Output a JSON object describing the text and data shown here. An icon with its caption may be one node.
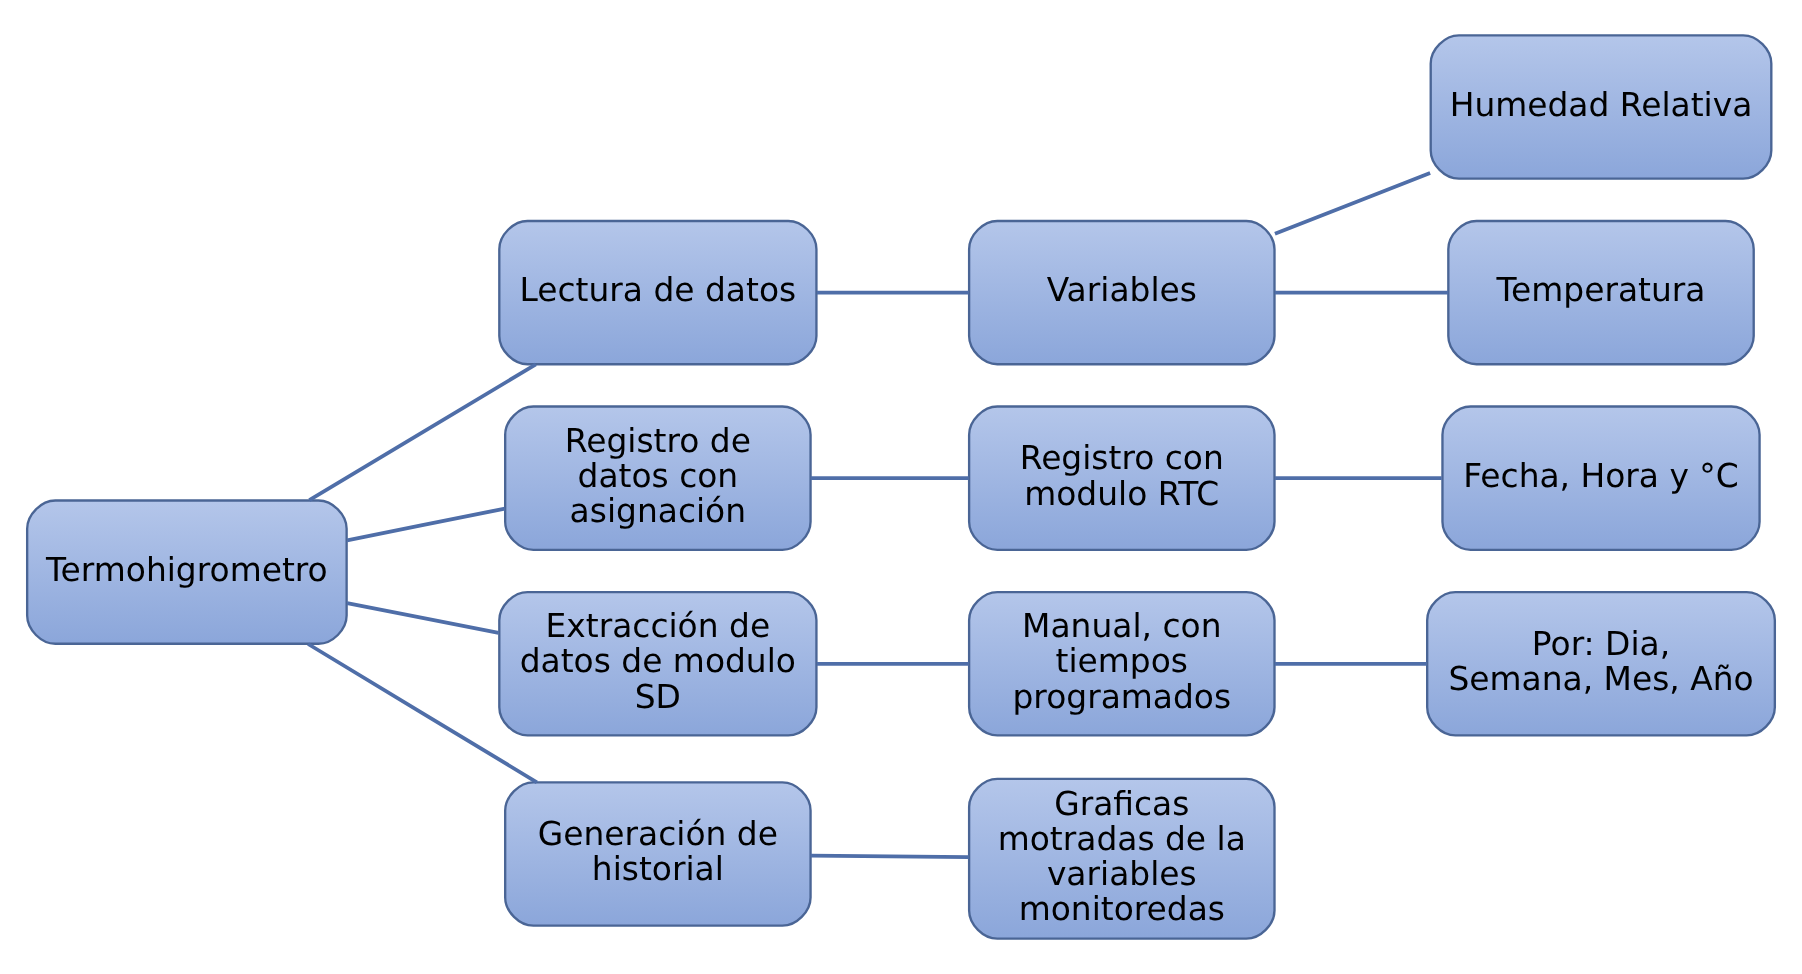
{
  "diagram": {
    "nodes": [
      {
        "text": [
          "Termohigrometro"
        ]
      },
      {
        "text": [
          "Lectura de datos"
        ]
      },
      {
        "text": [
          "Registro de datos con asignación"
        ]
      },
      {
        "text": [
          "Extracción de datos de modulo SD"
        ]
      },
      {
        "text": [
          "Generación de historial"
        ]
      },
      {
        "text": [
          "Variables"
        ]
      },
      {
        "text": [
          "Humedad Relativa"
        ]
      },
      {
        "text": [
          "Temperatura"
        ]
      },
      {
        "text": [
          "Registro con modulo RTC"
        ]
      },
      {
        "text": [
          "Fecha, Hora y °C"
        ]
      },
      {
        "text": [
          "Manual, con tiempos programados"
        ]
      },
      {
        "text": [
          "Por: Dia, Semana, Mes, Año"
        ]
      },
      {
        "text": [
          "Graficas motradas de la variables monitoredas"
        ]
      }
    ],
    "edges": [
      {
        "from": 0,
        "to": 1,
        "arrow": "none"
      },
      {
        "from": 0,
        "to": 2,
        "arrow": "none"
      },
      {
        "from": 0,
        "to": 3,
        "arrow": "none"
      },
      {
        "from": 0,
        "to": 4,
        "arrow": "none"
      },
      {
        "from": 1,
        "to": 5,
        "arrow": "none"
      },
      {
        "from": 5,
        "to": 6,
        "arrow": "none"
      },
      {
        "from": 5,
        "to": 7,
        "arrow": "none"
      },
      {
        "from": 2,
        "to": 8,
        "arrow": "none"
      },
      {
        "from": 8,
        "to": 9,
        "arrow": "none"
      },
      {
        "from": 3,
        "to": 10,
        "arrow": "none"
      },
      {
        "from": 10,
        "to": 11,
        "arrow": "none"
      },
      {
        "from": 4,
        "to": 12,
        "arrow": "none"
      }
    ]
  }
}
